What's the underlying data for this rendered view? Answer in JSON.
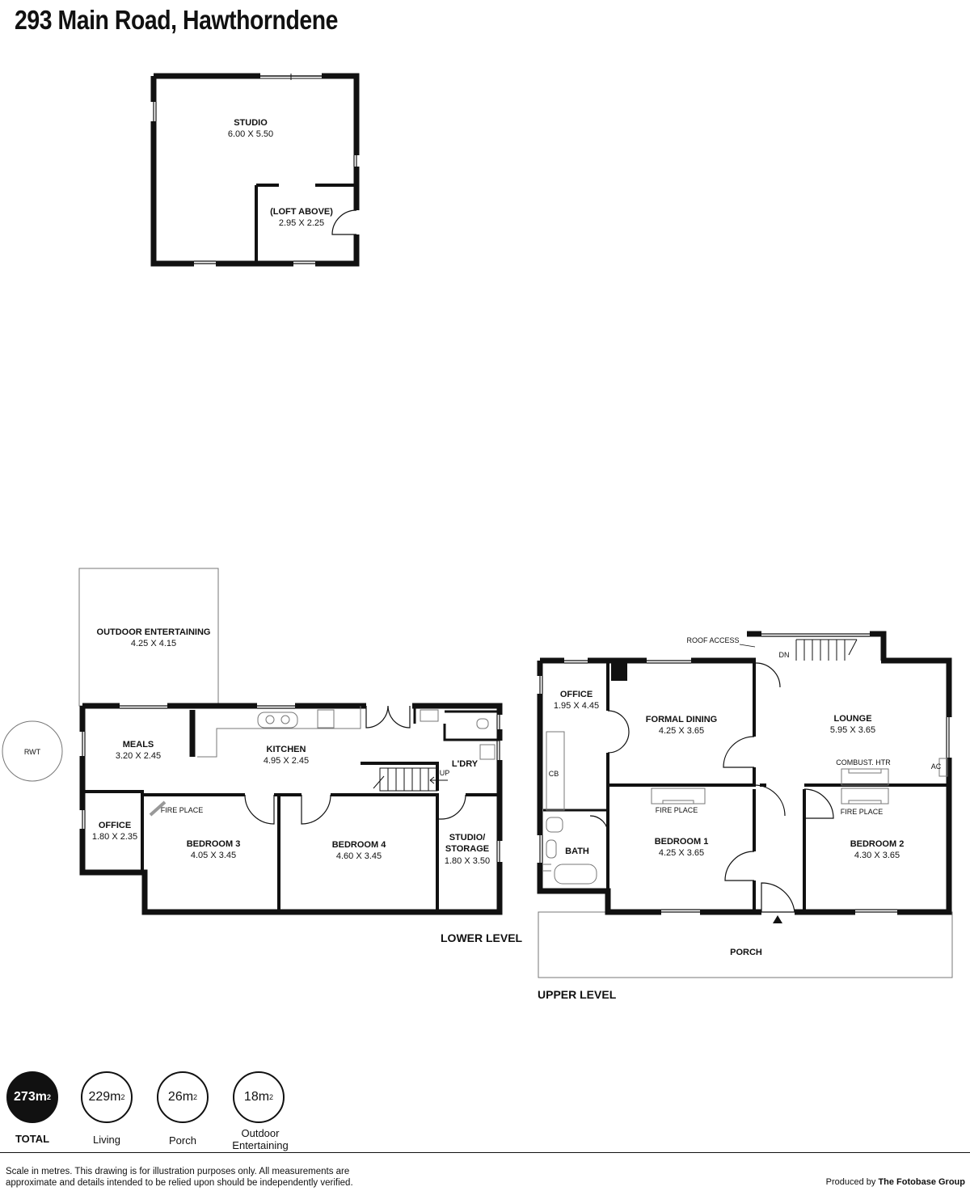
{
  "title": "293 Main Road, Hawthorndene",
  "rooms": {
    "studio": {
      "name": "STUDIO",
      "dim": "6.00 X 5.50"
    },
    "loft": {
      "name": "(LOFT ABOVE)",
      "dim": "2.95 X 2.25"
    },
    "outdoor": {
      "name": "OUTDOOR ENTERTAINING",
      "dim": "4.25 X 4.15"
    },
    "meals": {
      "name": "MEALS",
      "dim": "3.20 X 2.45"
    },
    "kitchen": {
      "name": "KITCHEN",
      "dim": "4.95 X 2.45"
    },
    "laundry": {
      "name": "L'DRY"
    },
    "office_low": {
      "name": "OFFICE",
      "dim": "1.80 X 2.35"
    },
    "bedroom3": {
      "name": "BEDROOM 3",
      "dim": "4.05 X 3.45"
    },
    "bedroom4": {
      "name": "BEDROOM 4",
      "dim": "4.60 X 3.45"
    },
    "studio_storage": {
      "name1": "STUDIO/",
      "name2": "STORAGE",
      "dim": "1.80 X 3.50"
    },
    "office_up": {
      "name": "OFFICE",
      "dim": "1.95 X 4.45"
    },
    "formal_dining": {
      "name": "FORMAL DINING",
      "dim": "4.25 X 3.65"
    },
    "lounge": {
      "name": "LOUNGE",
      "dim": "5.95 X 3.65"
    },
    "bedroom1": {
      "name": "BEDROOM 1",
      "dim": "4.25 X 3.65"
    },
    "bedroom2": {
      "name": "BEDROOM 2",
      "dim": "4.30 X 3.65"
    },
    "bath": {
      "name": "BATH"
    },
    "porch": {
      "name": "PORCH"
    }
  },
  "annotations": {
    "rwt": "RWT",
    "fireplace": "FIRE PLACE",
    "up": "UP",
    "dn": "DN",
    "roof_access": "ROOF ACCESS",
    "cb": "CB",
    "ac": "AC",
    "combust": "COMBUST. HTR"
  },
  "levels": {
    "lower": "LOWER LEVEL",
    "upper": "UPPER LEVEL"
  },
  "areas": [
    {
      "value": "273m",
      "label": "TOTAL"
    },
    {
      "value": "229m",
      "label": "Living"
    },
    {
      "value": "26m",
      "label": "Porch"
    },
    {
      "value": "18m",
      "label": "Outdoor Entertaining"
    }
  ],
  "area_unit_sup": "2",
  "footer": {
    "disclaimer": "Scale in metres. This drawing is for illustration purposes only. All measurements are approximate and details intended to be relied upon should be independently verified.",
    "produced_by": "Produced by",
    "producer": "The Fotobase Group"
  }
}
